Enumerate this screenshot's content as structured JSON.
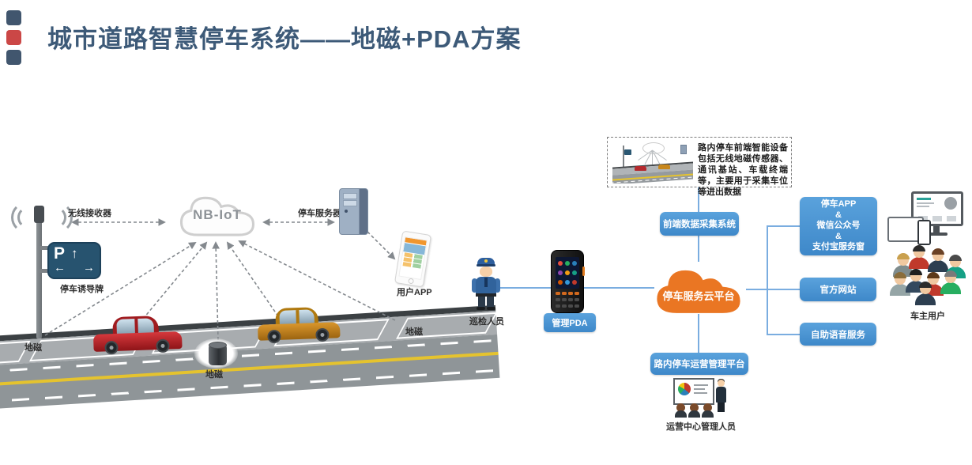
{
  "header": {
    "title": "城市道路智慧停车系统——地磁+PDA方案"
  },
  "scene": {
    "receiver_label": "无线接收器",
    "cloud_label": "NB-IoT",
    "server_label": "停车服务器",
    "app_label": "用户APP",
    "sign_label": "停车诱导牌",
    "sign_letter": "P",
    "sign_up": "↑",
    "sign_left": "←",
    "sign_right": "→",
    "magnet_left": "地磁",
    "magnet_center": "地磁",
    "magnet_right": "地磁"
  },
  "diagram": {
    "note": "路内停车前端智能设备包括无线地磁传感器、通讯基站、车载终端等，主要用于采集车位等进出数据",
    "front_system": "前端数据采集系统",
    "cloud_platform": "停车服务云平台",
    "inspector": "巡检人员",
    "pda": "管理PDA",
    "operation_platform": "路内停车运营管理平台",
    "operation_staff": "运营中心管理人员",
    "owners": "车主用户",
    "channels": {
      "app_lines": [
        "停车APP",
        "&",
        "微信公众号",
        "&",
        "支付宝服务窗"
      ],
      "website": "官方网站",
      "voice": "自助语音服务"
    }
  },
  "colors": {
    "title": "#3d5a78",
    "accent_red": "#cb4746",
    "box_blue": "#4596d6",
    "cloud_orange": "#ea7623",
    "line_blue": "#7aade0"
  }
}
